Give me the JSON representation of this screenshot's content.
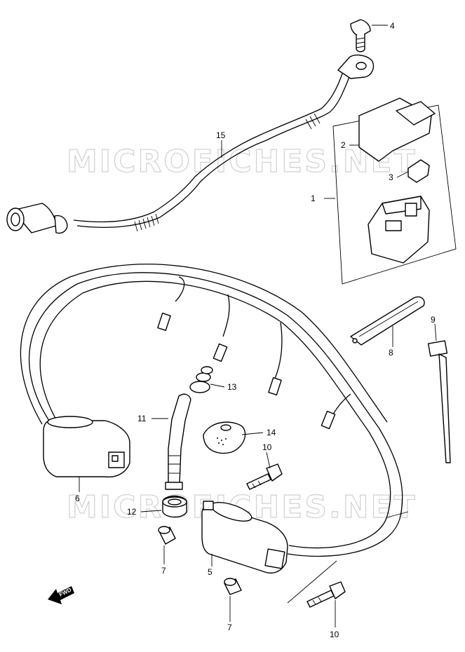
{
  "watermark": "MICROFICHES.NET",
  "fwd_label": "FWD",
  "callouts": {
    "c1": "1",
    "c2": "2",
    "c3": "3",
    "c4": "4",
    "c5": "5",
    "c6": "6",
    "c7a": "7",
    "c7b": "7",
    "c8": "8",
    "c9": "9",
    "c10a": "10",
    "c10b": "10",
    "c11": "11",
    "c12": "12",
    "c13": "13",
    "c14": "14",
    "c15": "15"
  }
}
